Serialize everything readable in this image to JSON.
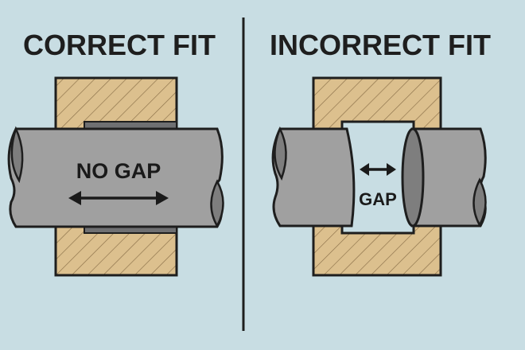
{
  "left_panel": {
    "title": "CORRECT FIT",
    "label": "NO GAP",
    "arrow": "double-arrow-horizontal"
  },
  "right_panel": {
    "title": "INCORRECT FIT",
    "label": "GAP",
    "arrow": "double-arrow-horizontal"
  },
  "colors": {
    "background": "#c8dde3",
    "housing": "#dcc08e",
    "shaft": "#a0a0a0",
    "shaft_end": "#7e7e7e",
    "sleeve": "#6f7072",
    "outline": "#1e1e1e"
  }
}
